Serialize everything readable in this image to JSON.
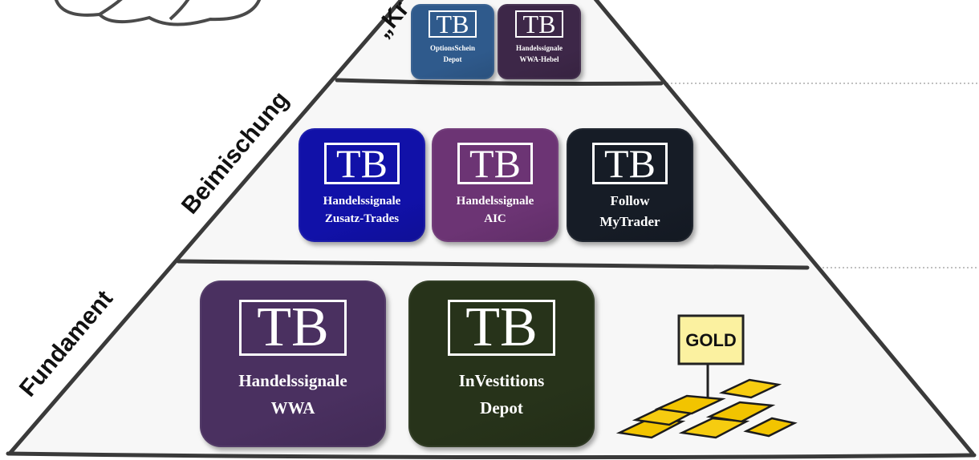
{
  "diagram": {
    "tiers": [
      {
        "label": "„Kr"
      },
      {
        "label": "Beimischung"
      },
      {
        "label": "Fundament"
      }
    ],
    "tiles": [
      {
        "logo": "TB",
        "lines": [
          "OptionsSchein",
          "Depot"
        ],
        "color": "#2f5a8c"
      },
      {
        "logo": "TB",
        "lines": [
          "Handelssignale",
          "WWA-Hebel"
        ],
        "color": "#3d2748"
      },
      {
        "logo": "TB",
        "lines": [
          "Handelssignale",
          "Zusatz-Trades"
        ],
        "color": "#1111a8"
      },
      {
        "logo": "TB",
        "lines": [
          "Handelssignale",
          "AIC"
        ],
        "color": "#6c3474"
      },
      {
        "logo": "TB",
        "lines": [
          "Follow",
          "MyTrader"
        ],
        "color": "#161c26"
      },
      {
        "logo": "TB",
        "lines": [
          "Handelssignale",
          "WWA"
        ],
        "color": "#4a3060"
      },
      {
        "logo": "TB",
        "lines": [
          "InVestitions",
          "Depot"
        ],
        "color": "#27331a"
      }
    ],
    "gold_sign": "GOLD"
  }
}
